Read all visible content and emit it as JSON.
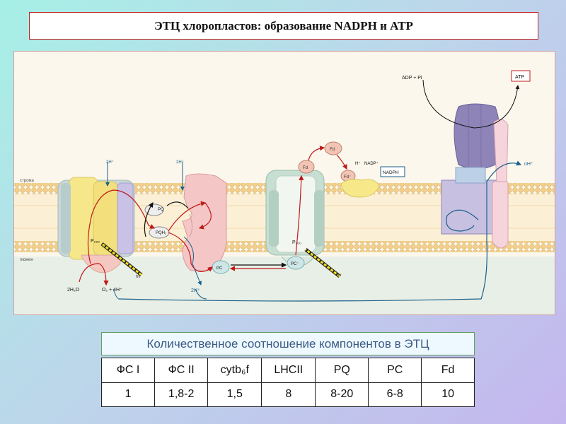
{
  "title": "ЭТЦ хлоропластов: образование NADPH и ATP",
  "diagram": {
    "stroma_label": "строма",
    "lumen_label": "люмен",
    "adp_label": "ADP + Pi",
    "atp_label": "ATP",
    "h2_stroma_1": "2H⁺",
    "h2_stroma_2": "2H⁺",
    "pq_label": "PQ",
    "pqh2_label": "PQH₂",
    "p680_label": "P₆₈₀",
    "p700_label": "P₇₀₀",
    "pc_label_1": "PC",
    "pc_label_2": "PC⁻",
    "fd_label_1": "Fd",
    "fd_label_2": "Fd",
    "fd_label_3": "Fd⁻",
    "h_nadp_label": "H⁺",
    "nadp_label": "NADP⁺",
    "nadph_label": "NADPH",
    "nh_label": "nH⁺",
    "h2o_label": "2H₂O",
    "o2_label": "O₂ + 4H⁺",
    "h2_lumen_label": "2H⁺",
    "hv_label_1": "hv",
    "hv_label_2": "hv"
  },
  "subtitle": "Количественное соотношение компонентов в ЭТЦ",
  "table": {
    "headers": [
      "ФС I",
      "ФС II",
      "cytb₆f",
      "LHCII",
      "PQ",
      "PC",
      "Fd"
    ],
    "values": [
      "1",
      "1,8-2",
      "1,5",
      "8",
      "8-20",
      "6-8",
      "10"
    ]
  }
}
